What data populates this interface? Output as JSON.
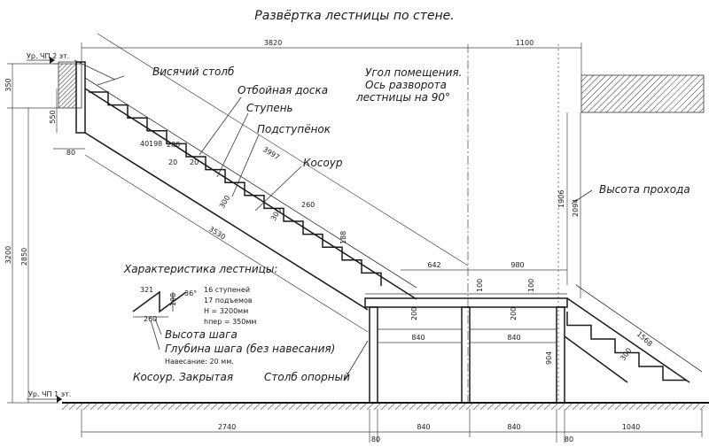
{
  "title": "Развёртка лестницы по стене.",
  "labels": {
    "hanging_post": "Висячий столб",
    "kick_board": "Отбойная доска",
    "tread": "Ступень",
    "riser": "Подступёнок",
    "stringer": "Косоур",
    "corner_1": "Угол помещения.",
    "corner_2": "Ось разворота",
    "corner_3": "лестницы на 90°",
    "headroom": "Высота прохода",
    "support_post": "Столб опорный",
    "char_title": "Характеристика лестницы:",
    "char_1": "16 ступеней",
    "char_2": "17 подъемов",
    "char_3": "H = 3200мм",
    "char_4": "hпер = 350мм",
    "step_height": "Высота шага",
    "step_depth": "Глубина шага (без навесания)",
    "overhang": "Навесание: 20 мм.",
    "stringer_type": "Косоур. Закрытая",
    "level_2": "Ур. ЧП 2 эт.",
    "level_1": "Ур. ЧП 1 эт."
  },
  "dims": {
    "d3820": "3820",
    "d1100": "1100",
    "d350": "350",
    "d550": "550",
    "d80a": "80",
    "d40": "40",
    "d198": "198",
    "d280": "280",
    "d20a": "20",
    "d20b": "20",
    "d3997": "3997",
    "d300a": "300",
    "d300b": "300",
    "d260": "260",
    "d188": "188",
    "d3530": "3530",
    "d3200": "3200",
    "d2850": "2850",
    "d1906": "1906",
    "d2094": "2094",
    "d642": "642",
    "d980": "980",
    "d100a": "100",
    "d100b": "100",
    "d200a": "200",
    "d200b": "200",
    "d840a": "840",
    "d840b": "840",
    "d904": "904",
    "d1568": "1568",
    "d300c": "300",
    "d2740": "2740",
    "d80b": "80",
    "d840c": "840",
    "d840d": "840",
    "d80c": "80",
    "d1040": "1040",
    "c321": "321",
    "c36": "36°",
    "c198": "198",
    "c260": "260"
  }
}
